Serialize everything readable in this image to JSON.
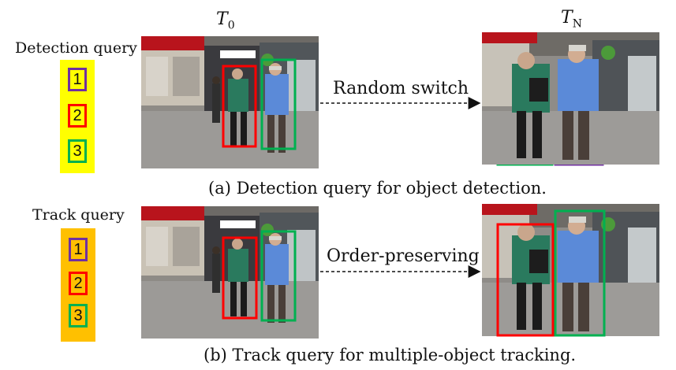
{
  "top": {
    "query_label": "Detection query",
    "t0_label": "T",
    "t0_sub": "0",
    "tn_label": "T",
    "tn_sub": "N",
    "arrow_label": "Random switch",
    "caption": "(a) Detection query for object detection.",
    "panel_color": "#ffff00",
    "queries": [
      {
        "label": "1",
        "color": "#7030a0"
      },
      {
        "label": "2",
        "color": "#ff0000"
      },
      {
        "label": "3",
        "color": "#00b050"
      }
    ]
  },
  "bottom": {
    "query_label": "Track query",
    "arrow_label": "Order-preserving",
    "caption": "(b) Track query for multiple-object tracking.",
    "panel_color": "#ffc000",
    "queries": [
      {
        "label": "1",
        "color": "#7030a0"
      },
      {
        "label": "2",
        "color": "#ff0000"
      },
      {
        "label": "3",
        "color": "#00b050"
      }
    ]
  },
  "colors": {
    "purple": "#7030a0",
    "red": "#ff0000",
    "green": "#00b050"
  }
}
